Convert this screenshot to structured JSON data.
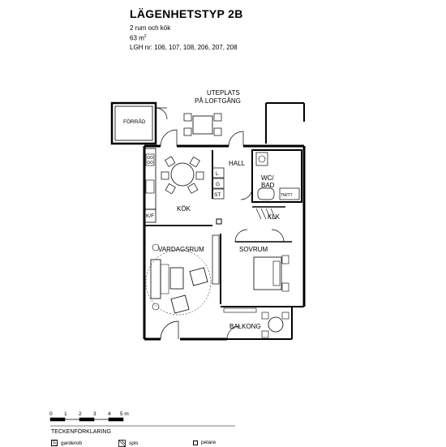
{
  "header": {
    "title": "LÄGENHETSTYP 2B",
    "rooms": "2 rum och kök",
    "area_value": "63 m",
    "area_unit_sup": "2",
    "apartment_numbers": "LGH nr: 106, 107, 108, 206, 207, 208"
  },
  "labels": {
    "uteplats_1": "UTEPLATS",
    "uteplats_2": "PÅ LOFTGÅNG",
    "forrad": "FÖRRÅD",
    "hall": "HALL",
    "wc_1": "WC/",
    "wc_2": "BAD",
    "tmtt": "TM/TT",
    "l": "L",
    "g": "G",
    "st": "ST",
    "kok": "KÖK",
    "kf": "K/F",
    "klk": "KLK",
    "vardagsrum": "VARDAGSRUM",
    "sovrum": "SOVRUM",
    "balkong": "BALKONG"
  },
  "scale": {
    "ticks": [
      "0",
      "1",
      "2",
      "3",
      "4",
      "5 m"
    ]
  },
  "legend": {
    "title": "TECKENFÖRKLARING",
    "items": [
      {
        "symbol": "G",
        "label": "garderob"
      },
      {
        "symbol": "",
        "label": "spis"
      },
      {
        "symbol": "",
        "label": "pelare"
      }
    ]
  }
}
